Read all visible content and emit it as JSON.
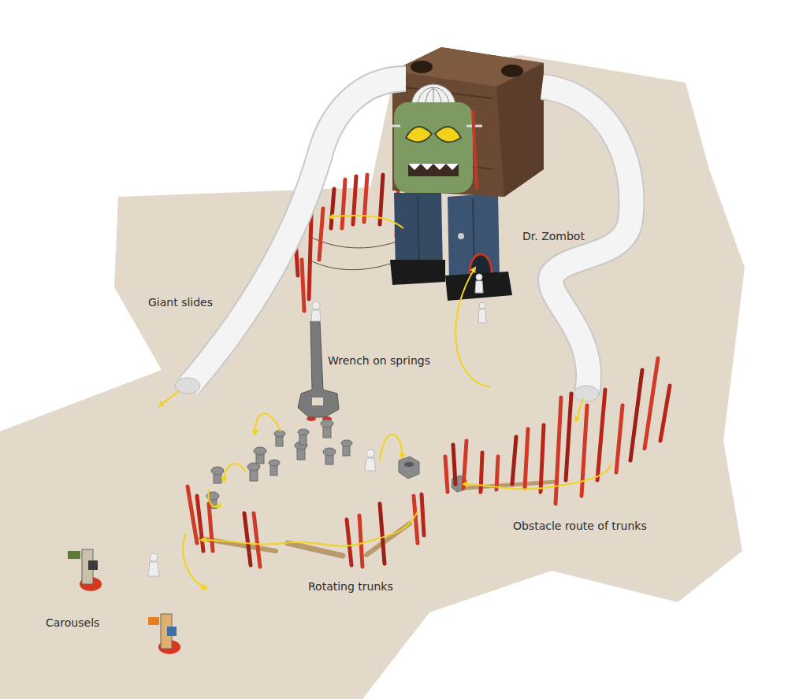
{
  "diagram": {
    "labels": [
      "Dr. Zombot",
      "Giant slides",
      "Wrench on springs",
      "Obstacle route of trunks",
      "Rotating trunks",
      "Carousels"
    ]
  }
}
